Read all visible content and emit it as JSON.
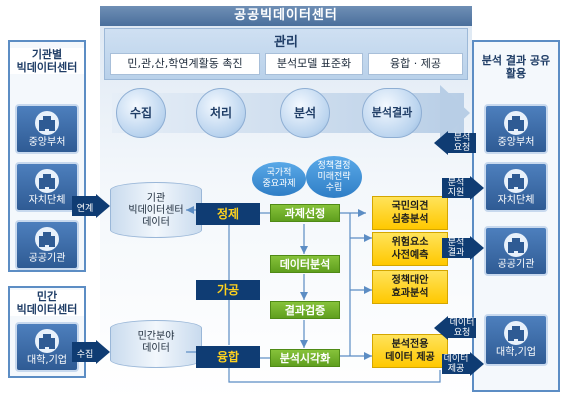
{
  "title": "공공빅데이터센터",
  "management": {
    "title": "관리",
    "items": [
      "민,관,산,학연계활동 촉진",
      "분석모델 표준화",
      "융합 · 제공"
    ]
  },
  "stages": [
    "수집",
    "처리",
    "분석",
    "분석결과"
  ],
  "left_panel": {
    "title_line1": "기관별",
    "title_line2": "빅데이터센터",
    "entities": [
      "중앙부처",
      "자치단체",
      "공공기관"
    ]
  },
  "private_panel": {
    "title_line1": "민간",
    "title_line2": "빅데이터센터",
    "entity": "대학,기업"
  },
  "right_panel": {
    "title_line1": "분석 결과 공유",
    "title_line2": "활용",
    "entities": [
      "중앙부처",
      "자치단체",
      "공공기관",
      "대학,기업"
    ]
  },
  "flow_labels": {
    "link": "연계",
    "collect": "수집",
    "request_analysis_l1": "분석",
    "request_analysis_l2": "요청",
    "support_analysis_l1": "분석",
    "support_analysis_l2": "지원",
    "result_l1": "분석",
    "result_l2": "결과",
    "data_request_l1": "데이터",
    "data_request_l2": "요청",
    "data_provide_l1": "데이터",
    "data_provide_l2": "제공"
  },
  "databases": {
    "public_l1": "기관",
    "public_l2": "빅데이터센터",
    "public_l3": "데이터",
    "private_l1": "민간분야",
    "private_l2": "데이터"
  },
  "processing": [
    "정제",
    "가공",
    "융합"
  ],
  "analysis_steps": [
    "과제선정",
    "데이터분석",
    "결과검증",
    "분석시각화"
  ],
  "bubbles": {
    "national_l1": "국가적",
    "national_l2": "중요과제",
    "policy_l1": "정책결정",
    "policy_l2": "미래전략",
    "policy_l3": "수립"
  },
  "results": [
    {
      "l1": "국민의견",
      "l2": "심층분석"
    },
    {
      "l1": "위험요소",
      "l2": "사전예측"
    },
    {
      "l1": "정책대안",
      "l2": "효과분석"
    },
    {
      "l1": "분석전용",
      "l2": "데이터 제공"
    }
  ],
  "colors": {
    "navy": "#0f3c73",
    "green": "#6fae2a",
    "yellow": "#ffd21e",
    "panel_border": "#5c8dc4"
  }
}
